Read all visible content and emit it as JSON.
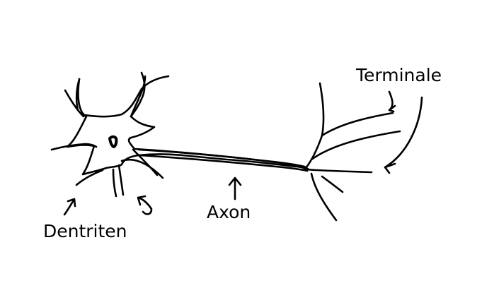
{
  "labels": {
    "terminale": "Terminale",
    "axon": "Axon",
    "dentriten": "Dentriten"
  },
  "colors": {
    "ink": "#000000",
    "background": "#ffffff"
  }
}
